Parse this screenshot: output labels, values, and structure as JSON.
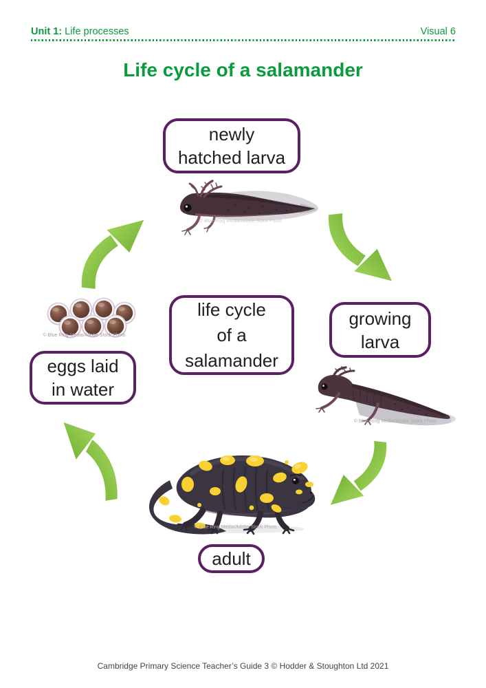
{
  "header": {
    "unit_label": "Unit 1:",
    "unit_text": " Life processes",
    "visual": "Visual 6"
  },
  "title": "Life cycle of a salamander",
  "diagram": {
    "center": {
      "line1": "life cycle",
      "line2": "of a",
      "line3": "salamander"
    },
    "newly_hatched": {
      "line1": "newly",
      "line2": "hatched larva"
    },
    "growing": {
      "line1": "growing",
      "line2": "larva"
    },
    "eggs": {
      "line1": "eggs laid",
      "line2": "in water"
    },
    "adult": {
      "label": "adult"
    }
  },
  "credit": "© Blue Ring Media/Adobe Stock Photo",
  "footer": "Cambridge Primary Science Teacher’s Guide 3 © Hodder & Stoughton Ltd 2021",
  "colors": {
    "green": "#0a9b3e",
    "purple": "#5b2063",
    "arrow_green_light": "#a5d75e",
    "arrow_green_dark": "#6fae31",
    "label_text": "#221e20",
    "credit_gray": "#b3aaa6"
  }
}
